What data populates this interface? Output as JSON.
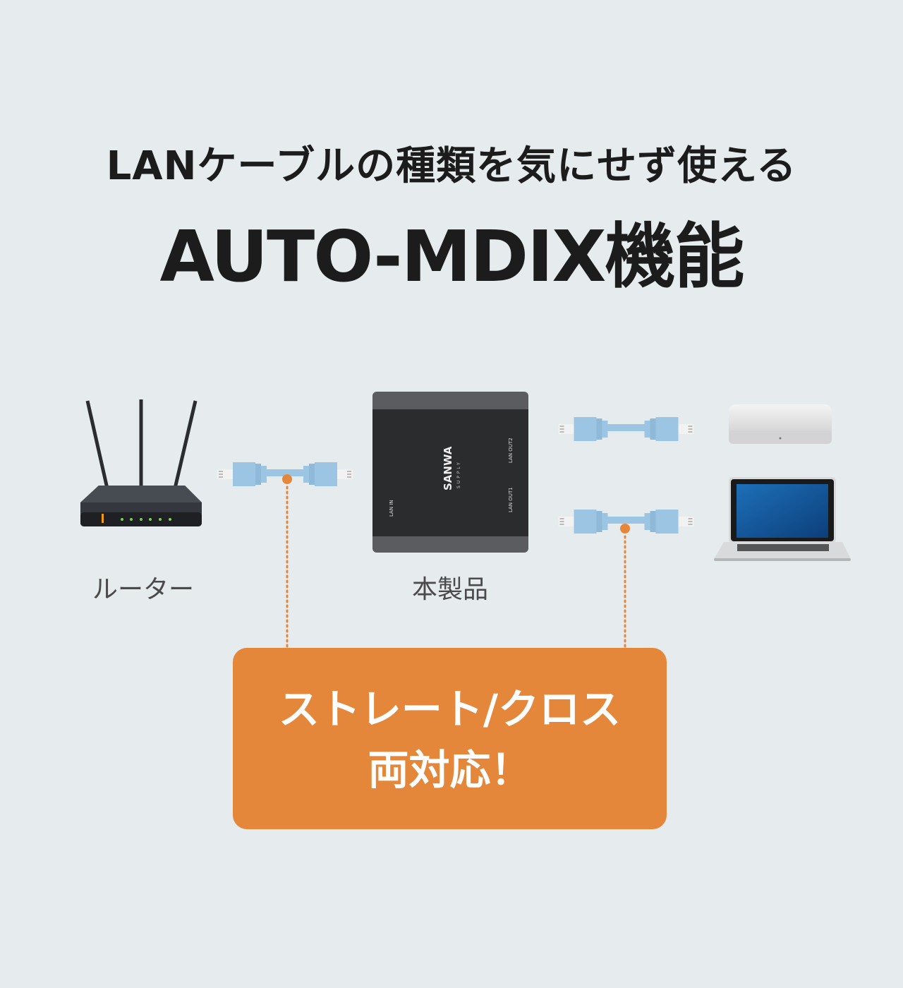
{
  "header": {
    "subtitle": "LANケーブルの種類を気にせず使える",
    "title": "AUTO-MDIX機能"
  },
  "devices": {
    "router_label": "ルーター",
    "product_label": "本製品",
    "product_brand": "SANWA SUPPLY",
    "ports": [
      "LAN IN",
      "LAN OUT1",
      "LAN OUT2"
    ]
  },
  "callout": {
    "line1": "ストレート/クロス",
    "line2": "両対応！"
  },
  "colors": {
    "background": "#e6ebee",
    "accent": "#e5873a",
    "cable": "#9cc5e3"
  }
}
